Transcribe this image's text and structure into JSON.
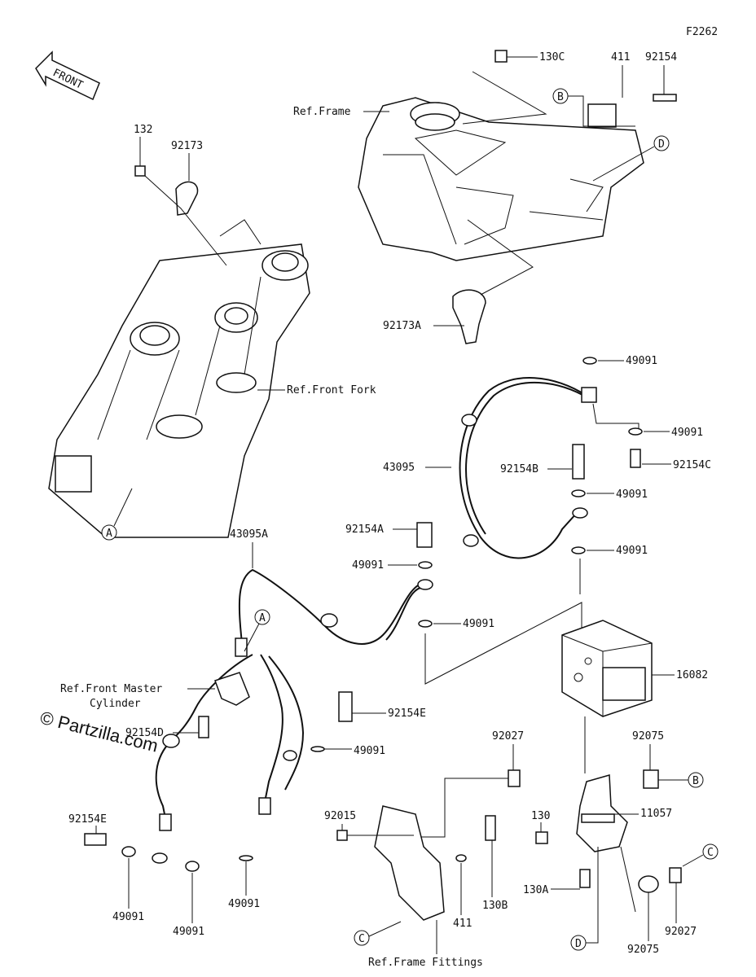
{
  "figure_code": "F2262",
  "front_label": "FRONT",
  "watermark": "© Partzilla.com",
  "labels": {
    "p130C": "130C",
    "p411_top": "411",
    "p92154_top": "92154",
    "ref_frame": "Ref.Frame",
    "p132": "132",
    "p92173": "92173",
    "p92173A": "92173A",
    "ref_front_fork": "Ref.Front Fork",
    "p49091_a": "49091",
    "p49091_b": "49091",
    "p43095": "43095",
    "p92154B": "92154B",
    "p92154C": "92154C",
    "p49091_c": "49091",
    "p43095A": "43095A",
    "p92154A": "92154A",
    "p49091_d": "49091",
    "p49091_e": "49091",
    "p49091_f": "49091",
    "ref_master_1": "Ref.Front Master",
    "ref_master_2": "Cylinder",
    "p16082": "16082",
    "p92154D": "92154D",
    "p92154E_r": "92154E",
    "p49091_g": "49091",
    "p92027_top": "92027",
    "p92075_top": "92075",
    "p92015": "92015",
    "p130": "130",
    "p11057": "11057",
    "p92154E_l": "92154E",
    "p130B": "130B",
    "p130A": "130A",
    "p49091_h": "49091",
    "p411_bot": "411",
    "p92027_bot": "92027",
    "p49091_i": "49091",
    "p49091_j": "49091",
    "p92075_bot": "92075",
    "ref_frame_fittings": "Ref.Frame Fittings"
  },
  "callouts": {
    "A1": "A",
    "A2": "A",
    "B1": "B",
    "B2": "B",
    "C1": "C",
    "C2": "C",
    "D1": "D",
    "D2": "D"
  }
}
